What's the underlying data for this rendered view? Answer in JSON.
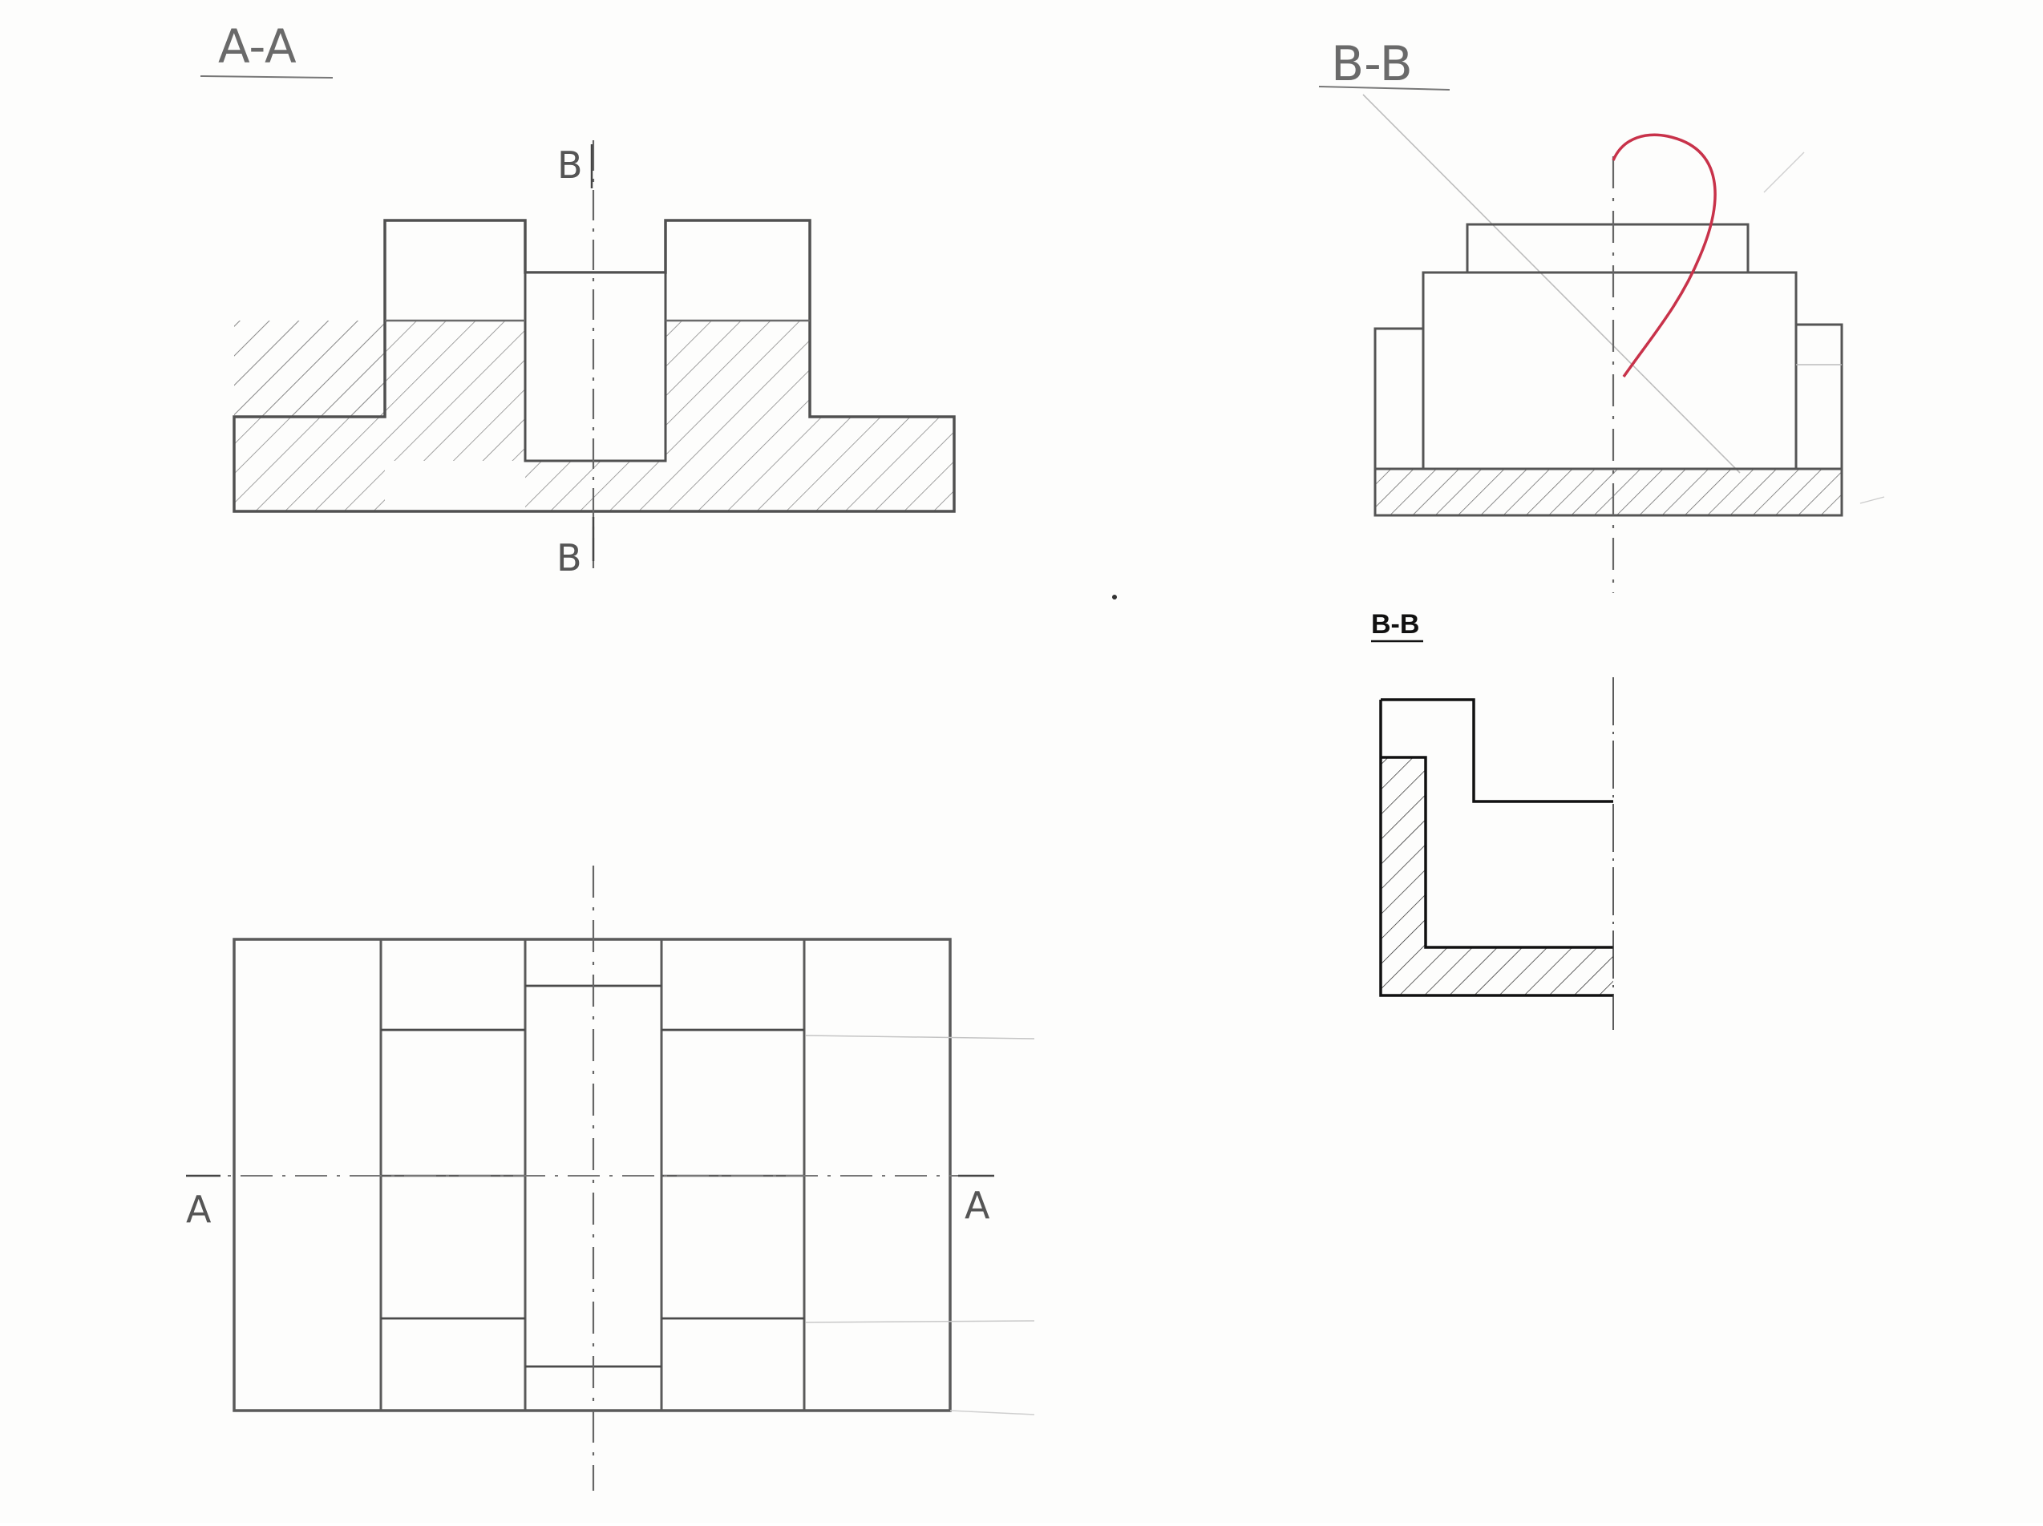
{
  "drawing": {
    "section_aa_title": "A-A",
    "section_bb_sketch_title": "B-B",
    "section_bb_solution_title": "B-B",
    "cut_label_b_top": "B",
    "cut_label_b_bottom": "B",
    "cut_label_a_left": "A",
    "cut_label_a_right": "A",
    "correction_mark": "?"
  },
  "colors": {
    "pencil": "#555555",
    "pencil_light": "#9a9a9a",
    "ink": "#111111",
    "correction_red": "#c8324a",
    "paper": "#fdfdfc"
  }
}
